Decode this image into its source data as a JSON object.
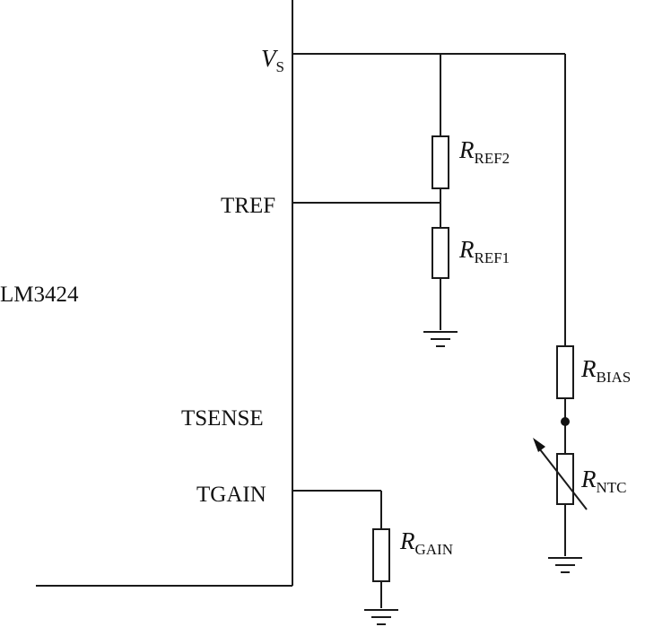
{
  "chip": {
    "name": "LM3424"
  },
  "pins": {
    "vs": {
      "main": "V",
      "sub": "S"
    },
    "tref": "TREF",
    "tsense": "TSENSE",
    "tgain": "TGAIN"
  },
  "components": {
    "r_ref2": {
      "main": "R",
      "sub": "REF2"
    },
    "r_ref1": {
      "main": "R",
      "sub": "REF1"
    },
    "r_bias": {
      "main": "R",
      "sub": "BIAS"
    },
    "r_ntc": {
      "main": "R",
      "sub": "NTC"
    },
    "r_gain": {
      "main": "R",
      "sub": "GAIN"
    }
  }
}
